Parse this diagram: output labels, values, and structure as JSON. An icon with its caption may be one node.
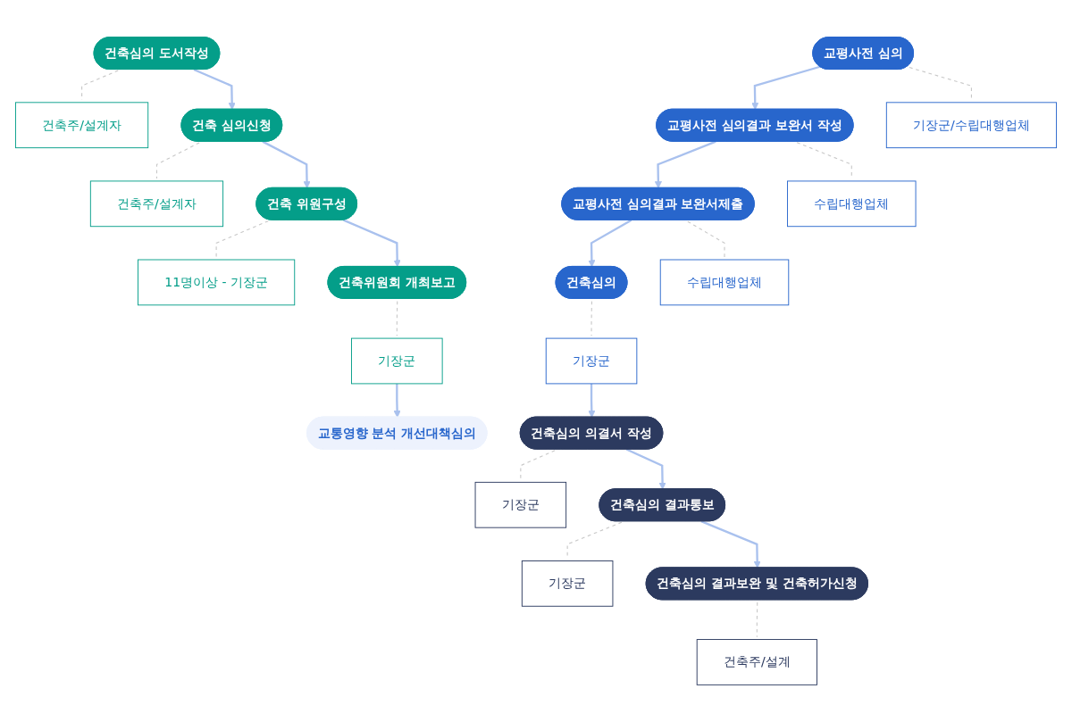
{
  "diagram": {
    "nodes": [
      {
        "text": [
          "건축심의 도서작성"
        ]
      },
      {
        "text": [
          "건축주/설계자"
        ]
      },
      {
        "text": [
          "건축 심의신청"
        ]
      },
      {
        "text": [
          "건축주/설계자"
        ]
      },
      {
        "text": [
          "건축 위원구성"
        ]
      },
      {
        "text": [
          "11명이상 - 기장군"
        ]
      },
      {
        "text": [
          "건축위원회 개최보고"
        ]
      },
      {
        "text": [
          "기장군"
        ]
      },
      {
        "text": [
          "교통영향 분석 개선대책심의"
        ]
      },
      {
        "text": [
          "건축심의"
        ]
      },
      {
        "text": [
          "기장군"
        ]
      },
      {
        "text": [
          "교평사전 심의결과 보완서제출"
        ]
      },
      {
        "text": [
          "수립대행업체"
        ]
      },
      {
        "text": [
          "교평사전 심의결과 보완서 작성"
        ]
      },
      {
        "text": [
          "수립대행업체"
        ]
      },
      {
        "text": [
          "교평사전 심의"
        ]
      },
      {
        "text": [
          "기장군/수립대행업체"
        ]
      },
      {
        "text": [
          "건축심의 의결서 작성"
        ]
      },
      {
        "text": [
          "기장군"
        ]
      },
      {
        "text": [
          "건축심의 결과통보"
        ]
      },
      {
        "text": [
          "기장군"
        ]
      },
      {
        "text": [
          "건축심의 결과보완 및 건축허가신청"
        ]
      },
      {
        "text": [
          "건축주/설계"
        ]
      }
    ],
    "edges": [
      {
        "from": 0,
        "to": 2,
        "arrow": "to",
        "color": "#a9c1ee"
      },
      {
        "from": 2,
        "to": 4,
        "arrow": "to",
        "color": "#a9c1ee"
      },
      {
        "from": 4,
        "to": 6,
        "arrow": "to",
        "color": "#a9c1ee"
      },
      {
        "from": 0,
        "to": 1,
        "arrow": "none",
        "style": "dashed"
      },
      {
        "from": 2,
        "to": 3,
        "arrow": "none",
        "style": "dashed"
      },
      {
        "from": 4,
        "to": 5,
        "arrow": "none",
        "style": "dashed"
      },
      {
        "from": 6,
        "to": 7,
        "arrow": "none",
        "style": "dashed"
      },
      {
        "from": 7,
        "to": 8,
        "arrow": "to",
        "color": "#a9c1ee"
      },
      {
        "from": 11,
        "to": 9,
        "arrow": "to",
        "color": "#a9c1ee"
      },
      {
        "from": 13,
        "to": 11,
        "arrow": "to",
        "color": "#a9c1ee"
      },
      {
        "from": 15,
        "to": 13,
        "arrow": "to",
        "color": "#a9c1ee"
      },
      {
        "from": 9,
        "to": 10,
        "arrow": "none",
        "style": "dashed"
      },
      {
        "from": 11,
        "to": 12,
        "arrow": "none",
        "style": "dashed"
      },
      {
        "from": 13,
        "to": 14,
        "arrow": "none",
        "style": "dashed"
      },
      {
        "from": 15,
        "to": 16,
        "arrow": "none",
        "style": "dashed"
      },
      {
        "from": 10,
        "to": 17,
        "arrow": "to",
        "color": "#a9c1ee"
      },
      {
        "from": 17,
        "to": 19,
        "arrow": "to",
        "color": "#a9c1ee"
      },
      {
        "from": 19,
        "to": 21,
        "arrow": "to",
        "color": "#a9c1ee"
      },
      {
        "from": 17,
        "to": 18,
        "arrow": "none",
        "style": "dashed"
      },
      {
        "from": 19,
        "to": 20,
        "arrow": "none",
        "style": "dashed"
      },
      {
        "from": 21,
        "to": 22,
        "arrow": "none",
        "style": "dashed"
      }
    ]
  }
}
